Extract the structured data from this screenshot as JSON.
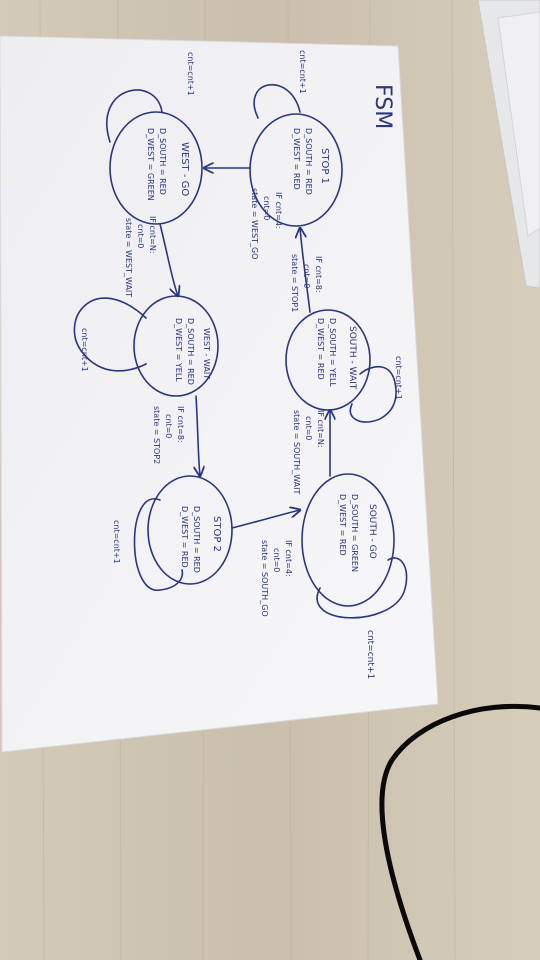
{
  "title": "FSM",
  "states": [
    {
      "id": "stop1",
      "name": "STOP 1",
      "lines": [
        "D_SOUTH = RED",
        "D_WEST = RED"
      ],
      "self_loop": "cnt=cnt+1"
    },
    {
      "id": "west_go",
      "name": "WEST - GO",
      "lines": [
        "D_SOUTH = RED",
        "D_WEST = GREEN"
      ],
      "self_loop": "cnt=cnt+1"
    },
    {
      "id": "south_wait",
      "name": "SOUTH - WAIT",
      "lines": [
        "D_SOUTH = YELL",
        "D_WEST = RED"
      ],
      "self_loop": "cnt=cnt+1"
    },
    {
      "id": "west_wait",
      "name": "WEST - WAIT",
      "lines": [
        "D_SOUTH = RED",
        "D_WEST = YELL"
      ],
      "self_loop": "cnt=cnt+1"
    },
    {
      "id": "south_go",
      "name": "SOUTH - GO",
      "lines": [
        "D_SOUTH = GREEN",
        "D_WEST = RED"
      ],
      "self_loop": "cnt=cnt+1"
    },
    {
      "id": "stop2",
      "name": "STOP 2",
      "lines": [
        "D_SOUTH = RED",
        "D_WEST = RED"
      ],
      "self_loop": "cnt=cnt+1"
    }
  ],
  "transitions": [
    {
      "id": "stop1_to_westgo",
      "lines": [
        "IF cnt=4:",
        "cnt=0",
        "state = WEST_GO"
      ]
    },
    {
      "id": "westgo_to_westwait",
      "lines": [
        "IF cnt=N:",
        "cnt=0",
        "state = WEST_WAIT"
      ]
    },
    {
      "id": "westwait_to_stop2",
      "lines": [
        "IF cnt=8:",
        "cnt=0",
        "state = STOP2"
      ]
    },
    {
      "id": "stop2_to_southgo",
      "lines": [
        "IF cnt=4:",
        "cnt=0",
        "state = SOUTH_GO"
      ]
    },
    {
      "id": "southgo_to_southwait",
      "lines": [
        "IF cnt=N:",
        "cnt=0",
        "state = SOUTH_WAIT"
      ]
    },
    {
      "id": "southwait_to_stop1",
      "lines": [
        "IF cnt=8:",
        "cnt=0",
        "state = STOP1"
      ]
    }
  ],
  "colors": {
    "ink": "#2b3580",
    "paper": "#f4f4f6",
    "desk": "#cfc6b5",
    "cable": "#0a0a0a"
  }
}
